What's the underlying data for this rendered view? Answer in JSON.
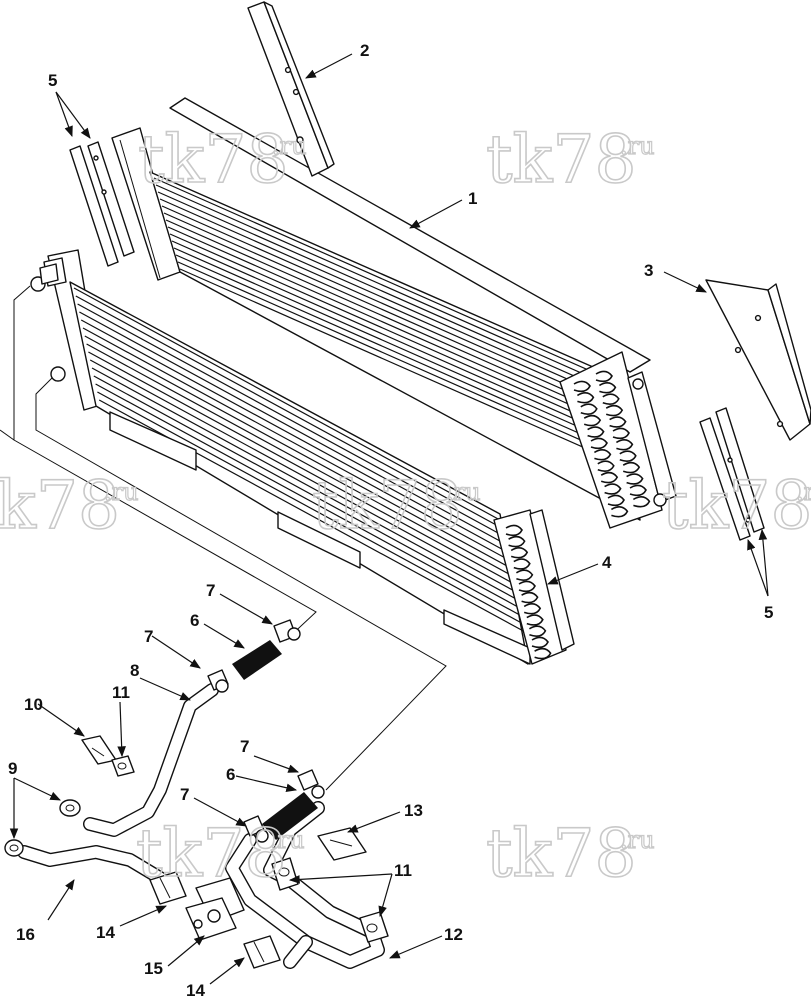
{
  "watermarks": [
    {
      "text": "tk78",
      "sup": ".ru"
    },
    {
      "text": "tk78",
      "sup": ".ru"
    },
    {
      "text": "k78",
      "sup": ".ru"
    },
    {
      "text": "tk78",
      "sup": ".ru"
    },
    {
      "text": "tk78",
      "sup": ".ru"
    },
    {
      "text": "tk78",
      "sup": ".ru"
    },
    {
      "text": "tk78",
      "sup": ".ru"
    }
  ],
  "callouts": {
    "c1": "1",
    "c2": "2",
    "c3": "3",
    "c4": "4",
    "c5a": "5",
    "c5b": "5",
    "c6a": "6",
    "c6b": "6",
    "c7a": "7",
    "c7b": "7",
    "c7c": "7",
    "c7d": "7",
    "c8": "8",
    "c9": "9",
    "c10": "10",
    "c11a": "11",
    "c11b": "11",
    "c12": "12",
    "c13": "13",
    "c14a": "14",
    "c14b": "14",
    "c15": "15",
    "c16": "16"
  },
  "colors": {
    "ink": "#111111",
    "watermark": "#c9c9c9",
    "background": "#ffffff"
  }
}
